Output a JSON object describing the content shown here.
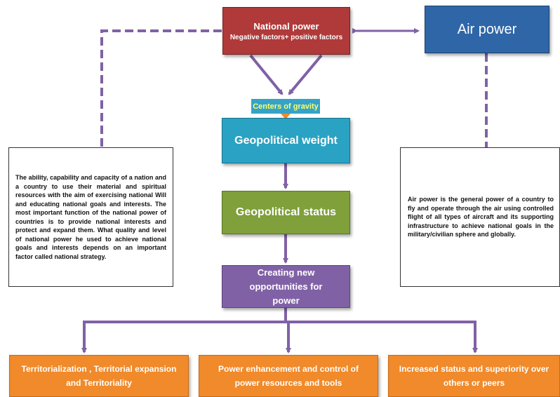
{
  "diagram": {
    "national_power": {
      "title": "National power",
      "subtitle": "Negative factors+ positive factors"
    },
    "air_power": {
      "title": "Air power"
    },
    "centers_of_gravity": {
      "label": "Centers of gravity"
    },
    "geopolitical_weight": {
      "label": "Geopolitical weight"
    },
    "geopolitical_status": {
      "label": "Geopolitical status"
    },
    "new_opportunities": {
      "label": "Creating new opportunities for power"
    },
    "national_power_description": "The ability, capability and capacity of a nation and a country to use their material and spiritual resources with the aim of exercising national Will and educating national goals and interests. The most important function of the national power of countries is to provide national interests and protect and expand them. What quality and level of national power he used to achieve national goals and interests depends on an important factor called national strategy.",
    "air_power_description": "Air power is the general power of a country to fly and operate through the air using controlled flight of all types of aircraft and its supporting infrastructure to achieve national goals in the military/civilian sphere and globally.",
    "outcomes": [
      {
        "label": "Territorialization , Territorial expansion and Territoriality"
      },
      {
        "label": "Power enhancement and control of power resources and tools"
      },
      {
        "label": "Increased status and superiority over others or peers"
      }
    ],
    "colors": {
      "national_power": "#b03a3a",
      "air_power": "#2f66a8",
      "geopolitical_weight": "#2aa2c3",
      "geopolitical_status": "#7fa03a",
      "new_opportunities": "#8061a6",
      "outcomes": "#f08a2a",
      "connector": "#8061a6"
    }
  }
}
